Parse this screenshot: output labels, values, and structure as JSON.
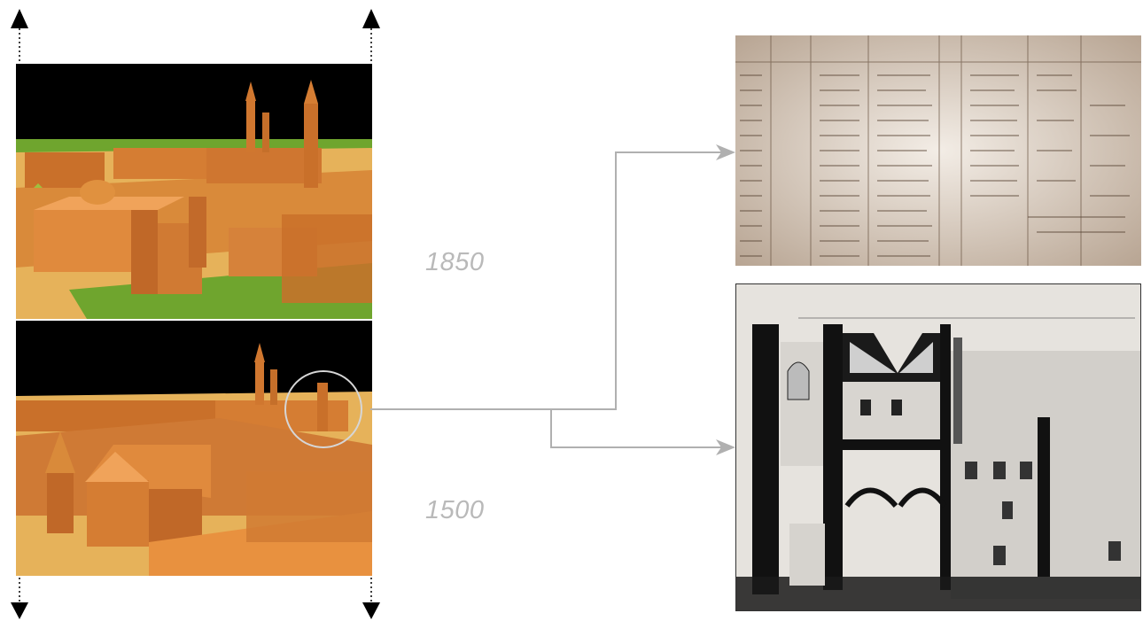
{
  "timeline": {
    "year_top": "1850",
    "year_bottom": "1500"
  },
  "views": [
    {
      "id": "model-1850",
      "description_icon": "3d-city-model"
    },
    {
      "id": "model-1500",
      "description_icon": "3d-city-model"
    }
  ],
  "sources": [
    {
      "id": "tax-register-document",
      "icon": "handwritten-ledger"
    },
    {
      "id": "section-drawing",
      "icon": "architectural-section"
    }
  ],
  "colors": {
    "sky": "#000000",
    "building": "#d97a2b",
    "building_light": "#e89a4a",
    "ground_green": "#6fa52e",
    "paper": "#e8ddd0",
    "connector": "#b0b0b0",
    "year_text": "#b9b9b9"
  }
}
